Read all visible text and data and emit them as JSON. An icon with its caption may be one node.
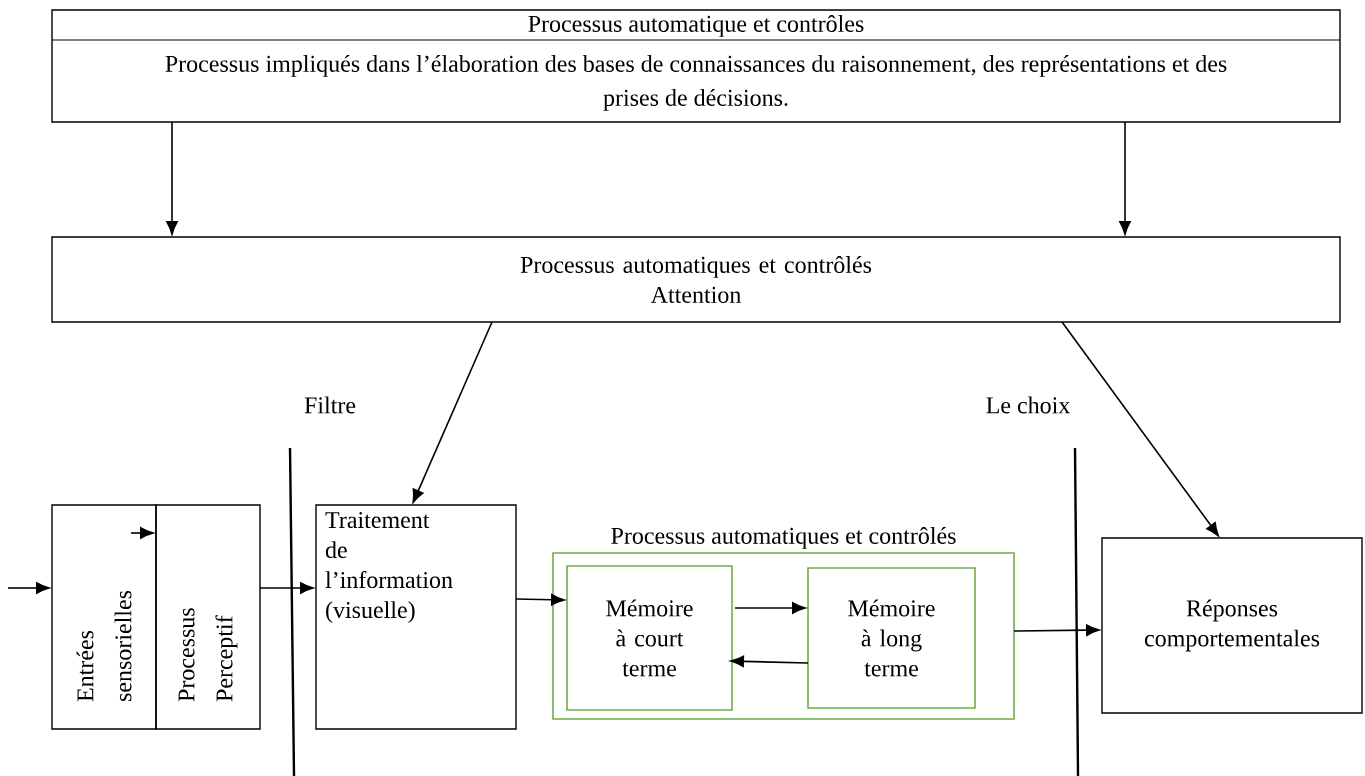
{
  "diagram": {
    "nodes": [
      {
        "text": [
          "Processus automatique et contrôles",
          "Processus impliqués dans l’élaboration des bases de connaissances du raisonnement, des représentations et des prises de décisions."
        ]
      },
      {
        "text": [
          "Processus automatiques et contrôlés",
          "Attention"
        ]
      },
      {
        "text": [
          "Entrées sensorielles"
        ]
      },
      {
        "text": [
          "Processus Perceptif"
        ]
      },
      {
        "text": [
          "Traitement de l’information (visuelle)"
        ]
      },
      {
        "text": [
          "Processus automatiques et contrôlés"
        ]
      },
      {
        "text": [
          "Mémoire à court terme"
        ],
        "in": 5
      },
      {
        "text": [
          "Mémoire à long terme"
        ],
        "in": 5
      },
      {
        "text": [
          "Réponses comportementales"
        ]
      }
    ],
    "edges": [
      {
        "from": 0,
        "to": 1,
        "arrow": "to"
      },
      {
        "from": 0,
        "to": 1,
        "arrow": "to"
      },
      {
        "from": 1,
        "to": 4,
        "arrow": "to"
      },
      {
        "from": 1,
        "to": 8,
        "arrow": "to"
      },
      {
        "from": null,
        "to": 2,
        "arrow": "to"
      },
      {
        "from": 2,
        "to": 3,
        "arrow": "to"
      },
      {
        "from": 3,
        "to": 4,
        "arrow": "to"
      },
      {
        "from": 4,
        "to": 6,
        "arrow": "to"
      },
      {
        "from": 6,
        "to": 7,
        "arrow": "to"
      },
      {
        "from": 7,
        "to": 6,
        "arrow": "to"
      },
      {
        "from": 5,
        "to": 8,
        "arrow": "to"
      }
    ],
    "labels": [
      "Filtre",
      "Le choix"
    ]
  }
}
